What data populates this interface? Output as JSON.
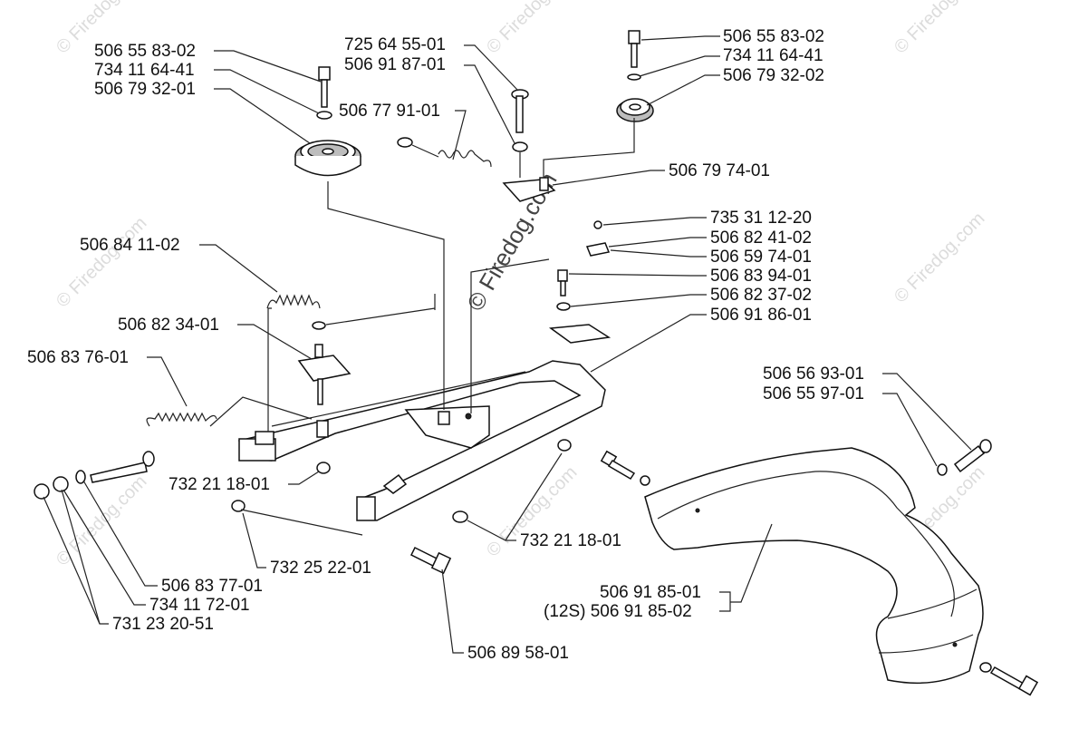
{
  "watermark": {
    "text": "© Firedog.com"
  },
  "parts": {
    "p1": "506 55 83-02",
    "p2": "734 11 64-41",
    "p3": "506 79 32-01",
    "p4": "725 64 55-01",
    "p5": "506 91 87-01",
    "p6": "506 77 91-01",
    "p7": "506 55 83-02",
    "p8": "734 11 64-41",
    "p9": "506 79 32-02",
    "p10": "506 79 74-01",
    "p11": "735 31 12-20",
    "p12": "506 82 41-02",
    "p13": "506 59 74-01",
    "p14": "506 83 94-01",
    "p15": "506 82 37-02",
    "p16": "506 91 86-01",
    "p17": "506 84 11-02",
    "p18": "506 82 34-01",
    "p19": "506 83 76-01",
    "p20": "506 56 93-01",
    "p21": "506 55 97-01",
    "p22": "732 21 18-01",
    "p23": "732 21 18-01",
    "p24": "732 25 22-01",
    "p25": "506 83 77-01",
    "p26": "734 11 72-01",
    "p27": "731 23 20-51",
    "p28": "506 91 85-01",
    "p29": "(12S) 506 91 85-02",
    "p30": "506 89 58-01"
  }
}
